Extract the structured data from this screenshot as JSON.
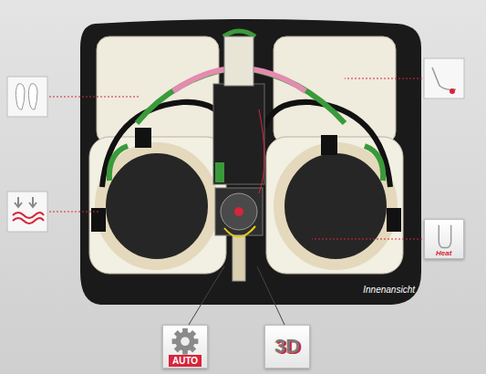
{
  "diagram": {
    "nodes": [
      {
        "text": [
          "Heat"
        ]
      },
      {
        "text": [
          "AUTO"
        ]
      },
      {
        "text": [
          "3D"
        ]
      }
    ],
    "labels": [
      "Innenansicht"
    ]
  }
}
